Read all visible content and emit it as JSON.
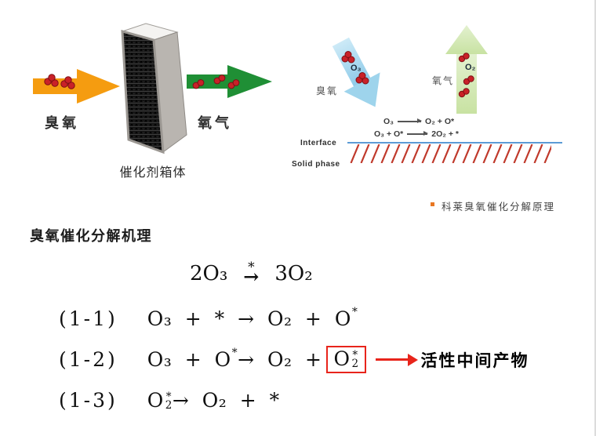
{
  "colors": {
    "orange": "#f59c10",
    "flow-green": "#1f8f35",
    "mol-red": "#c92128",
    "mol-red-dark": "#7e1015",
    "interface-blue": "#5b9bd5",
    "hatch-red": "#c0392b",
    "bullet-orange": "#e87722",
    "accent-red": "#e8241b"
  },
  "flow": {
    "ozone_label": "臭氧",
    "oxygen_label": "氧气",
    "box_label": "催化剂箱体"
  },
  "surface": {
    "ozone_label": "臭氧",
    "oxygen_label": "氧气",
    "o3": "O₃",
    "o2": "O₂",
    "reaction1": {
      "lhs": "O₃",
      "rhs": "O₂ + O*"
    },
    "reaction2": {
      "lhs": "O₃ + O*",
      "rhs": "2O₂ + *"
    },
    "interface_label": "Interface",
    "solid_label": "Solid phase"
  },
  "caption": {
    "text": "科莱臭氧催化分解原理"
  },
  "mechanism": {
    "heading": "臭氧催化分解机理",
    "overall": {
      "lhs": "2O₃",
      "star": "*",
      "arrow": "→",
      "rhs": "3O₂"
    },
    "eq1": {
      "no": "(1-1)",
      "t1": "O₃ + * → O₂ + O",
      "sup": "*"
    },
    "eq2": {
      "no": "(1-2)",
      "t1": "O₃ + O",
      "sup": "*",
      "t2": " → O₂ +",
      "box": {
        "base": "O",
        "sup": "*",
        "sub": "2"
      },
      "note": "活性中间产物"
    },
    "eq3": {
      "no": "(1-3)",
      "base": "O",
      "sup": "*",
      "sub": "2",
      "t2": " → O₂ + *"
    }
  }
}
